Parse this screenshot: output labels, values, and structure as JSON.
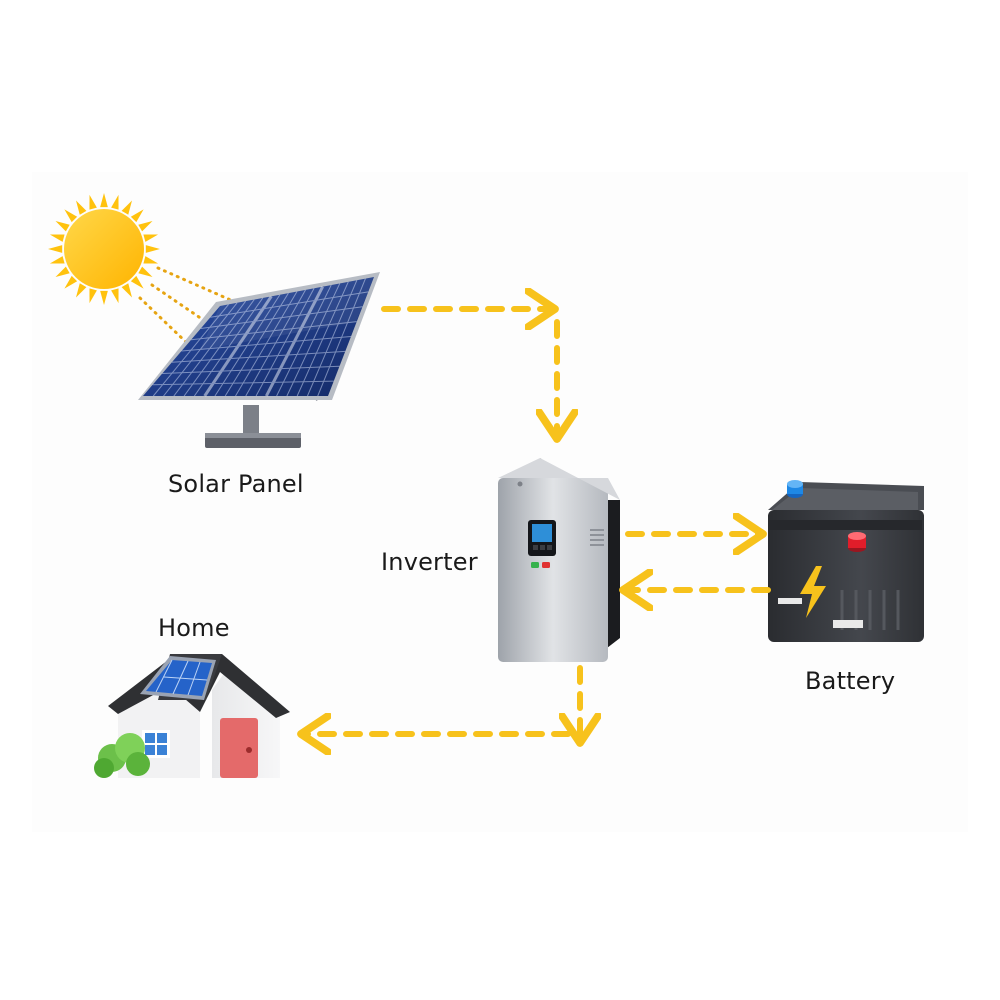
{
  "labels": {
    "solar_panel": "Solar Panel",
    "inverter": "Inverter",
    "home": "Home",
    "battery": "Battery"
  },
  "colors": {
    "flow_arrow": "#f7c21c",
    "sun": "#ffc20e",
    "panel": "#1e3a8a",
    "inverter_body": "#c9ccd1",
    "battery_body": "#3a3d42",
    "battery_positive": "#e11d2a",
    "battery_negative": "#1e88e5",
    "home_roof": "#2f3033",
    "home_door": "#e46a6a",
    "bush": "#6cc04a"
  },
  "icons": [
    "sun-icon",
    "solar-panel-icon",
    "inverter-icon",
    "battery-icon",
    "home-icon"
  ]
}
